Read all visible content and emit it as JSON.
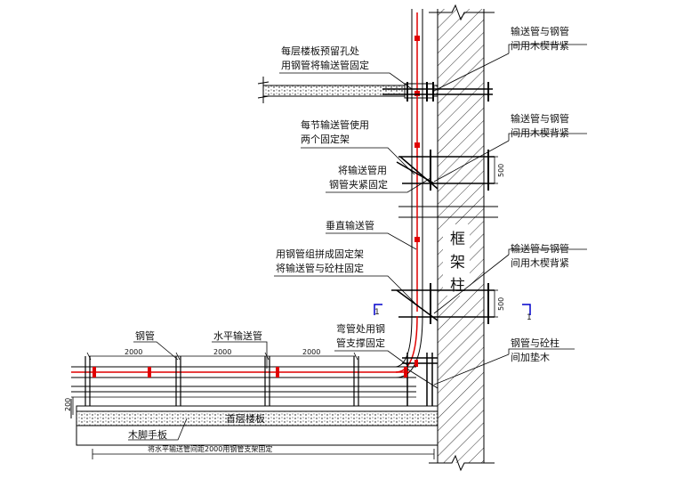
{
  "labels": {
    "slab_hole_1": "每层楼板预留孔处",
    "slab_hole_2": "用钢管将输送管固定",
    "wedge_top_1": "输送管与钢管",
    "wedge_top_2": "间用木楔背紧",
    "two_clamps_1": "每节输送管使用",
    "two_clamps_2": "两个固定架",
    "wedge_mid_1": "输送管与钢管",
    "wedge_mid_2": "间用木楔背紧",
    "clamp_1": "将输送管用",
    "clamp_2": "钢管夹紧固定",
    "vertical_pipe": "垂直输送管",
    "frame_col_1": "框",
    "frame_col_2": "架",
    "frame_col_3": "柱",
    "assembled_1": "用钢管组拼成固定架",
    "assembled_2": "将输送管与砼柱固定",
    "wedge_low_1": "输送管与钢管",
    "wedge_low_2": "间用木楔背紧",
    "steel_pipe": "钢管",
    "horizontal_pipe": "水平输送管",
    "elbow_1": "弯管处用钢",
    "elbow_2": "管支撑固定",
    "pad_1": "钢管与砼柱",
    "pad_2": "间加垫木",
    "ground_slab": "首层楼板",
    "scaffold_board": "木脚手板",
    "bottom_note": "将水平输送管间距2000用钢管支架固定",
    "section_mark_left": "1",
    "section_mark_right": "1"
  },
  "dimensions": {
    "span_1": "2000",
    "span_2": "2000",
    "span_3": "2000",
    "height_top": "500",
    "height_low": "500",
    "left_height": "200"
  },
  "colors": {
    "pipe": "#e00000",
    "section_mark": "#0000cc",
    "line": "#000000"
  }
}
